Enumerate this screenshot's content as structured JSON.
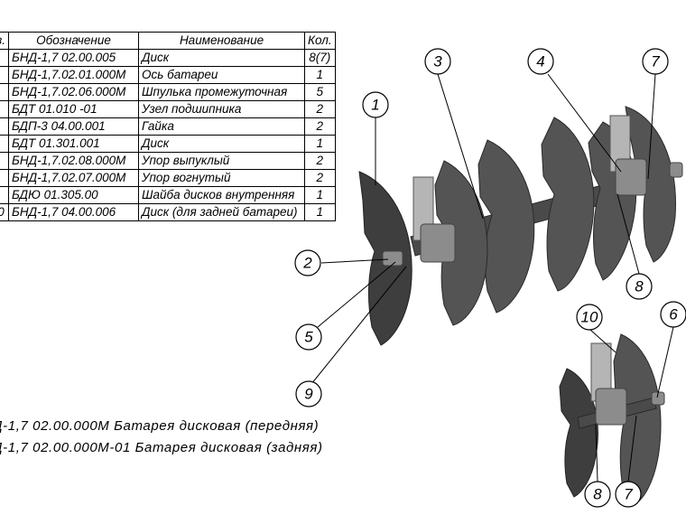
{
  "table": {
    "headers": {
      "pos": "з.",
      "designation": "Обозначение",
      "name": "Наименование",
      "qty": "Кол."
    },
    "rows": [
      {
        "pos": "",
        "designation": "БНД-1,7 02.00.005",
        "name": "Диск",
        "qty": "8(7)"
      },
      {
        "pos": "",
        "designation": "БНД-1,7.02.01.000М",
        "name": "Ось батареи",
        "qty": "1"
      },
      {
        "pos": "",
        "designation": "БНД-1,7.02.06.000М",
        "name": "Шпулька промежуточная",
        "qty": "5"
      },
      {
        "pos": "",
        "designation": "БДТ 01.010 -01",
        "name": "Узел подшипника",
        "qty": "2"
      },
      {
        "pos": "",
        "designation": "БДП-3 04.00.001",
        "name": "Гайка",
        "qty": "2"
      },
      {
        "pos": "",
        "designation": "БДТ 01.301.001",
        "name": "Диск",
        "qty": "1"
      },
      {
        "pos": "",
        "designation": "БНД-1,7.02.08.000М",
        "name": "Упор выпуклый",
        "qty": "2"
      },
      {
        "pos": "",
        "designation": "БНД-1,7.02.07.000М",
        "name": "Упор вогнутый",
        "qty": "2"
      },
      {
        "pos": "",
        "designation": "БДЮ 01.305.00",
        "name": "Шайба дисков внутренняя",
        "qty": "1"
      },
      {
        "pos": "0",
        "designation": "БНД-1,7 04.00.006",
        "name": "Диск (для задней батареи)",
        "qty": "1"
      }
    ]
  },
  "captions": [
    "Д-1,7 02.00.000М Батарея дисковая (передняя)",
    "Д-1,7 02.00.000М-01 Батарея дисковая (задняя)"
  ],
  "callouts": [
    "1",
    "2",
    "3",
    "4",
    "5",
    "6",
    "7",
    "7",
    "8",
    "8",
    "9",
    "10"
  ]
}
